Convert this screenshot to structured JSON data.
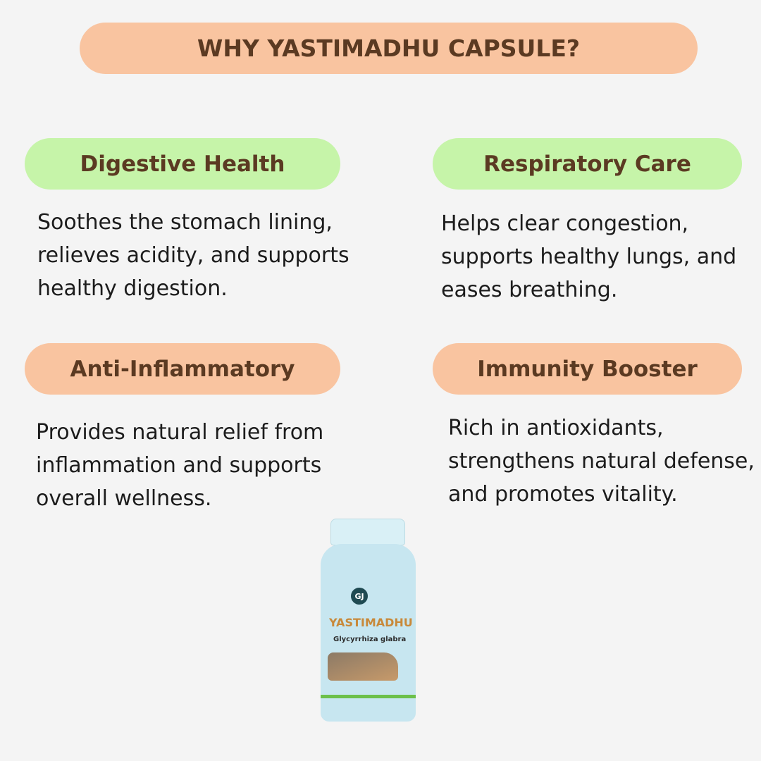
{
  "title": "WHY YASTIMADHU CAPSULE?",
  "benefits": [
    {
      "heading": "Digestive Health",
      "text": "Soothes the stomach lining,\nrelieves acidity, and supports\nhealthy digestion."
    },
    {
      "heading": "Respiratory Care",
      "text": "Helps clear congestion,\nsupports healthy lungs, and\neases breathing."
    },
    {
      "heading": "Anti-Inflammatory",
      "text": "Provides natural relief from\ninflammation and supports\noverall wellness."
    },
    {
      "heading": "Immunity Booster",
      "text": "Rich in antioxidants,\nstrengthens natural defense,\nand promotes vitality."
    }
  ],
  "product": {
    "logo": "GJ",
    "name": "YASTIMADHU",
    "botanical": "Glycyrrhiza glabra"
  },
  "colors": {
    "peach": "#f9c4a0",
    "green": "#c6f4a9",
    "heading_text": "#5b3a22"
  }
}
